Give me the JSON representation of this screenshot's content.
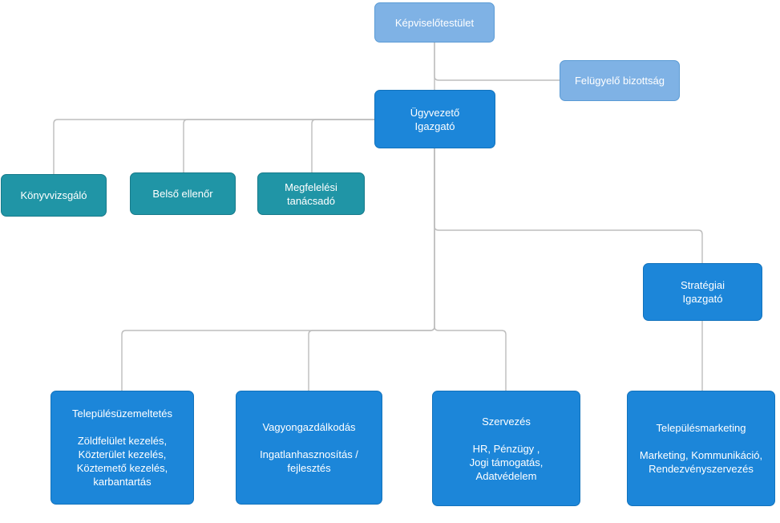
{
  "nodes": {
    "kepviselotestulet": {
      "label": "Képviselőtestület"
    },
    "felugyelo_bizottsag": {
      "label": "Felügyelő bizottság"
    },
    "ugyvezeto_igazgato": {
      "label": "Ügyvezető\nIgazgató"
    },
    "konyvvizsgalo": {
      "label": "Könyvvizsgáló"
    },
    "belso_ellenor": {
      "label": "Belső ellenőr"
    },
    "megfelelesi_tanacsado": {
      "label": "Megfelelési\ntanácsadó"
    },
    "strategiai_igazgato": {
      "label": "Stratégiai\nIgazgató"
    },
    "telepulesuzemeltetes": {
      "title": "Településüzemeltetés",
      "details": "Zöldfelület kezelés,\nKözterület kezelés,\nKöztemető kezelés,\nkarbantartás"
    },
    "vagyongazdalkodas": {
      "title": "Vagyongazdálkodás",
      "details": "Ingatlanhasznosítás /\nfejlesztés"
    },
    "szervezes": {
      "title": "Szervezés",
      "details": "HR, Pénzügy ,\nJogi támogatás,\nAdatvédelem"
    },
    "telepulesmarketing": {
      "title": "Településmarketing",
      "details": "Marketing, Kommunikáció,\nRendezvényszervezés"
    }
  },
  "colors": {
    "light_blue_fill": "#7fb2e5",
    "light_blue_border": "#5b9bd5",
    "primary_blue_fill": "#1c86d9",
    "primary_blue_border": "#1272bc",
    "teal_fill": "#2095a6",
    "teal_border": "#177a8a",
    "connector": "#bdbdbd",
    "text": "#ffffff"
  }
}
